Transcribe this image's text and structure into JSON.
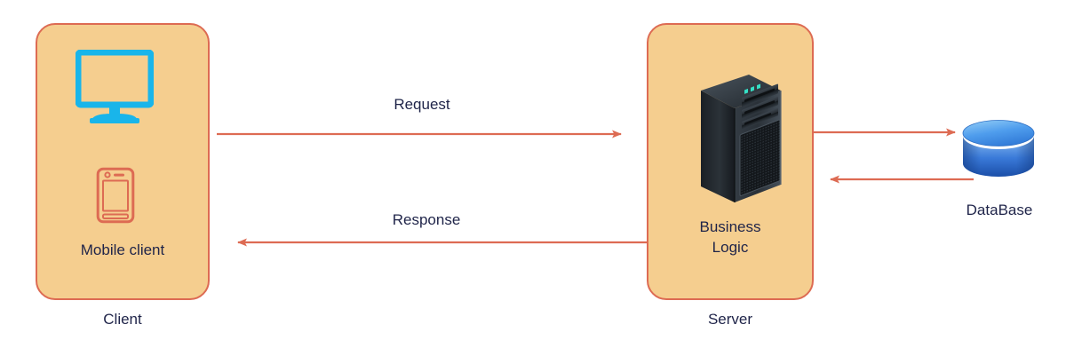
{
  "diagram": {
    "title": "Client Server Database request response flow",
    "background": "#ffffff",
    "palette": {
      "box_fill": "#f5ce8f",
      "box_stroke": "#dd6b53",
      "arrow": "#dd6b53",
      "text": "#1f2449",
      "monitor_icon": "#19b5ea",
      "phone_icon": "#dd6b53",
      "server_dark": "#262b31",
      "database_blue": "#2f6fd0"
    }
  },
  "nodes": {
    "client": {
      "caption": "Client",
      "inner_label": "Mobile client",
      "icons": [
        {
          "name": "monitor-icon",
          "label": "desktop monitor"
        },
        {
          "name": "mobile-phone-icon",
          "label": "mobile phone"
        }
      ]
    },
    "server": {
      "caption": "Server",
      "inner_label": "Business\nLogic",
      "icons": [
        {
          "name": "server-tower-icon",
          "label": "server tower"
        }
      ]
    },
    "database": {
      "caption": "DataBase",
      "icons": [
        {
          "name": "database-cylinder-icon",
          "label": "database cylinder"
        }
      ]
    }
  },
  "connectors": [
    {
      "name": "request-arrow",
      "label": "Request",
      "from": "client",
      "to": "server",
      "direction": "right"
    },
    {
      "name": "response-arrow",
      "label": "Response",
      "from": "server",
      "to": "client",
      "direction": "left"
    },
    {
      "name": "server-to-db-arrow",
      "label": "",
      "from": "server",
      "to": "database",
      "direction": "right"
    },
    {
      "name": "db-to-server-arrow",
      "label": "",
      "from": "database",
      "to": "server",
      "direction": "left"
    }
  ]
}
